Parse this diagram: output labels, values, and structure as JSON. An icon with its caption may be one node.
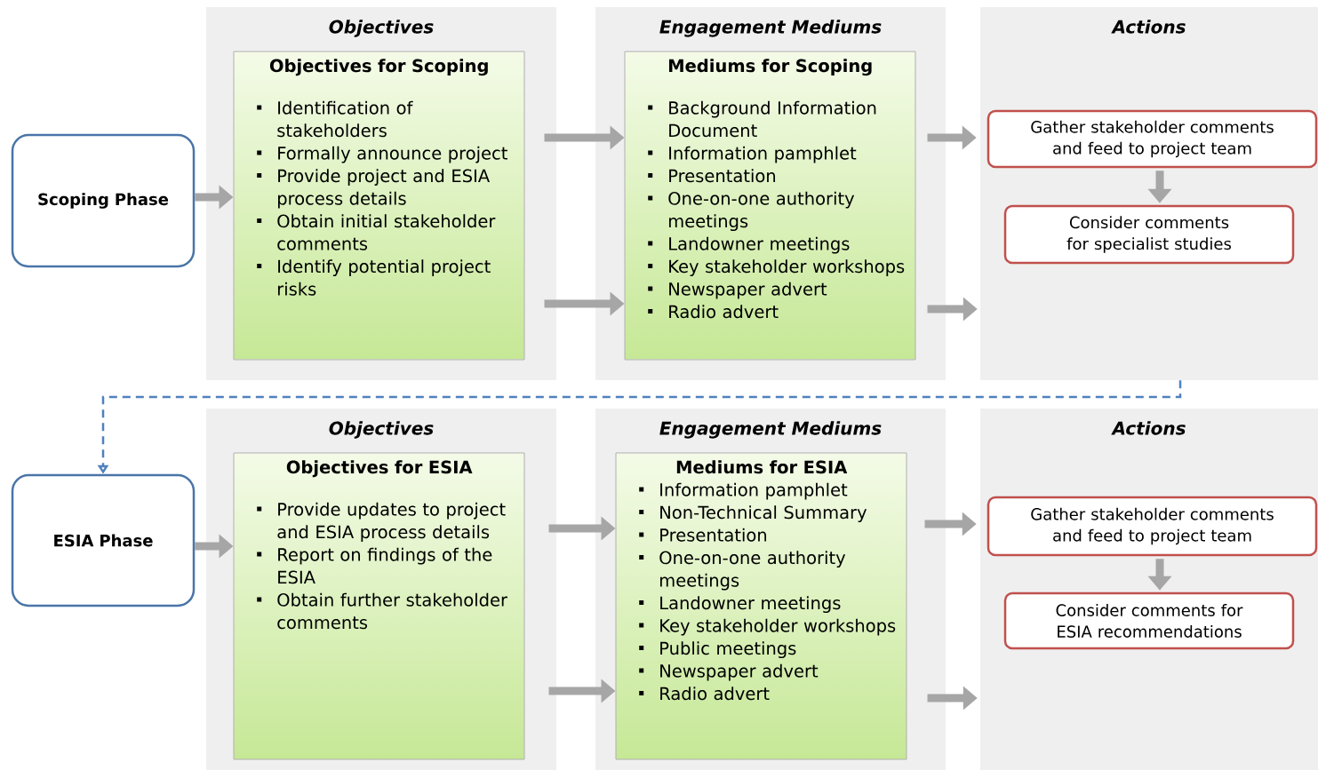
{
  "diagram": {
    "nodes": [
      {
        "text": [
          "Scoping Phase"
        ]
      },
      {
        "text": [
          "Objectives"
        ]
      },
      {
        "text": [
          "Objectives for Scoping",
          "Identification of stakeholders",
          "Formally announce project",
          "Provide project and ESIA process  details",
          "Obtain initial stakeholder comments",
          "Identify potential project risks"
        ],
        "in": 1
      },
      {
        "text": [
          "Engagement Mediums"
        ]
      },
      {
        "text": [
          "Mediums for Scoping",
          "Background Information Document",
          "Information pamphlet",
          "Presentation",
          "One-on-one authority meetings",
          "Landowner meetings",
          "Key stakeholder workshops",
          "Newspaper advert",
          "Radio advert"
        ],
        "in": 3
      },
      {
        "text": [
          "Actions"
        ]
      },
      {
        "text": [
          "Gather stakeholder comments and feed to project team"
        ],
        "in": 5
      },
      {
        "text": [
          "Consider comments for specialist studies"
        ],
        "in": 5
      },
      {
        "text": [
          "ESIA Phase"
        ]
      },
      {
        "text": [
          "Objectives"
        ]
      },
      {
        "text": [
          "Objectives for ESIA",
          "Provide updates to project and ESIA process details",
          "Report on findings of the ESIA",
          "Obtain further stakeholder comments"
        ],
        "in": 9
      },
      {
        "text": [
          "Engagement Mediums"
        ]
      },
      {
        "text": [
          "Mediums for ESIA",
          "Information pamphlet",
          "Non-Technical Summary",
          "Presentation",
          "One-on-one authority meetings",
          "Landowner meetings",
          "Key stakeholder workshops",
          "Public meetings",
          "Newspaper advert",
          "Radio advert"
        ],
        "in": 11
      },
      {
        "text": [
          "Actions"
        ]
      },
      {
        "text": [
          "Gather stakeholder comments and feed to project team"
        ],
        "in": 13
      },
      {
        "text": [
          "Consider comments for ESIA recommendations"
        ],
        "in": 13
      }
    ],
    "edges": [
      {
        "from": 0,
        "to": 2,
        "arrow": "to"
      },
      {
        "from": 2,
        "to": 4,
        "arrow": "to"
      },
      {
        "from": 2,
        "to": 4,
        "arrow": "to"
      },
      {
        "from": 4,
        "to": 6,
        "arrow": "to"
      },
      {
        "from": 4,
        "to": 5,
        "arrow": "to"
      },
      {
        "from": 6,
        "to": 7,
        "arrow": "to"
      },
      {
        "from": 5,
        "to": 8,
        "arrow": "to",
        "style": "dashed",
        "color": "#4f81bd"
      },
      {
        "from": 8,
        "to": 10,
        "arrow": "to"
      },
      {
        "from": 10,
        "to": 12,
        "arrow": "to"
      },
      {
        "from": 10,
        "to": 12,
        "arrow": "to"
      },
      {
        "from": 12,
        "to": 14,
        "arrow": "to"
      },
      {
        "from": 12,
        "to": 13,
        "arrow": "to"
      },
      {
        "from": 14,
        "to": 15,
        "arrow": "to"
      }
    ]
  }
}
